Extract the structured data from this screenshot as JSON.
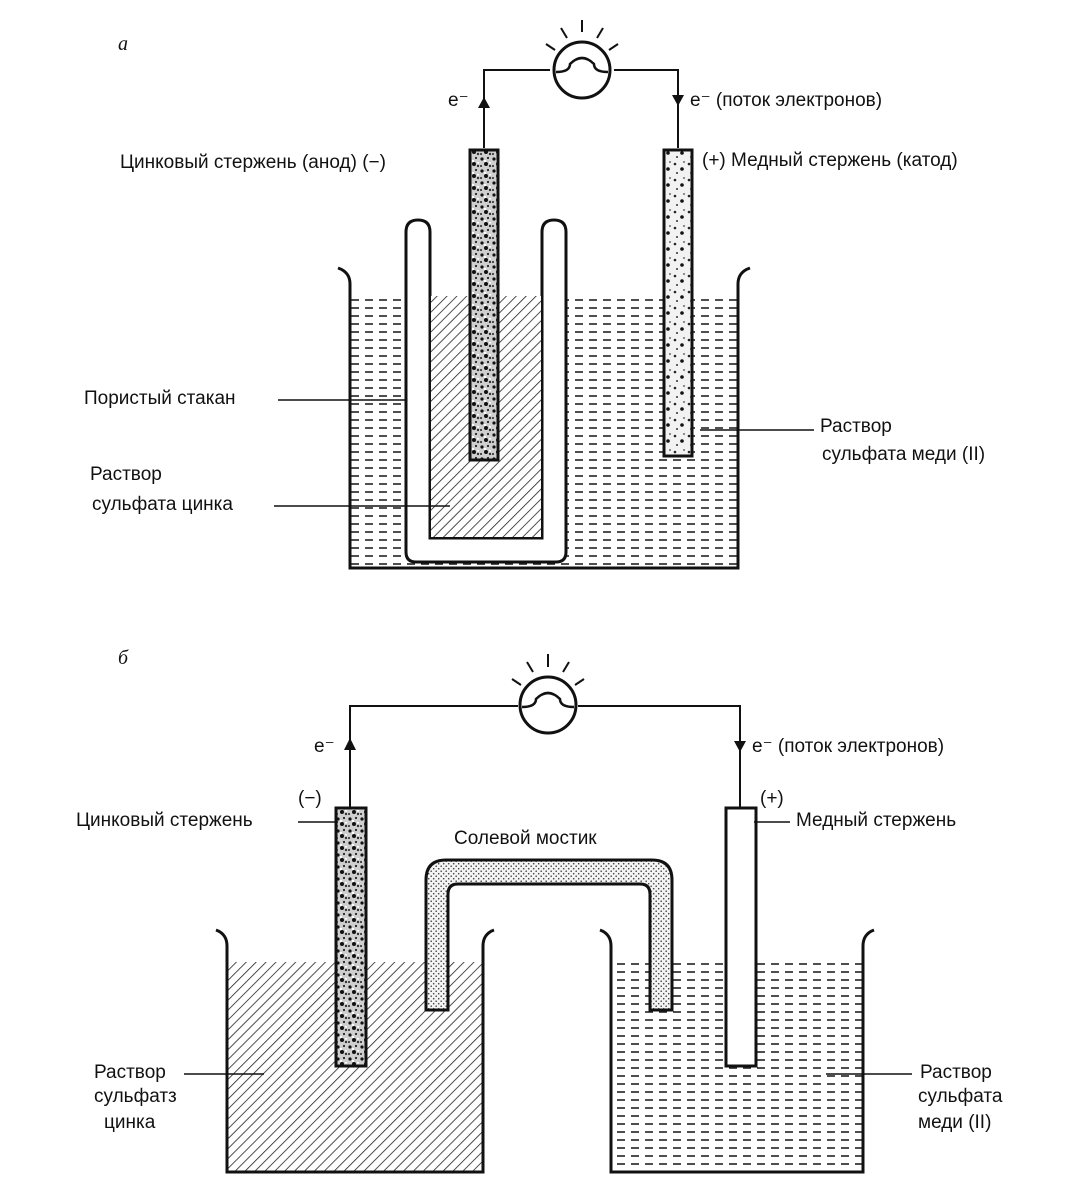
{
  "panel_a": {
    "letter": "а",
    "electron_left": "e⁻",
    "electron_right": "e⁻ (поток электронов)",
    "zinc_rod": "Цинковый стержень (анод) (−)",
    "copper_rod": "(+) Медный стержень (катод)",
    "porous_cup": "Пористый стакан",
    "zinc_solution_1": "Раствор",
    "zinc_solution_2": "сульфата цинка",
    "copper_solution_1": "Раствор",
    "copper_solution_2": "сульфата меди (II)"
  },
  "panel_b": {
    "letter": "б",
    "electron_left": "e⁻",
    "electron_right": "e⁻ (поток электронов)",
    "minus_sign": "(−)",
    "plus_sign": "(+)",
    "zinc_rod": "Цинковый стержень",
    "copper_rod": "Медный стержень",
    "salt_bridge": "Солевой мостик",
    "zinc_solution_1": "Раствор",
    "zinc_solution_2": "сульфатз",
    "zinc_solution_3": "цинка",
    "copper_solution_1": "Раствор",
    "copper_solution_2": "сульфата",
    "copper_solution_3": "меди (II)"
  },
  "colors": {
    "ink": "#111111",
    "background": "#ffffff"
  }
}
